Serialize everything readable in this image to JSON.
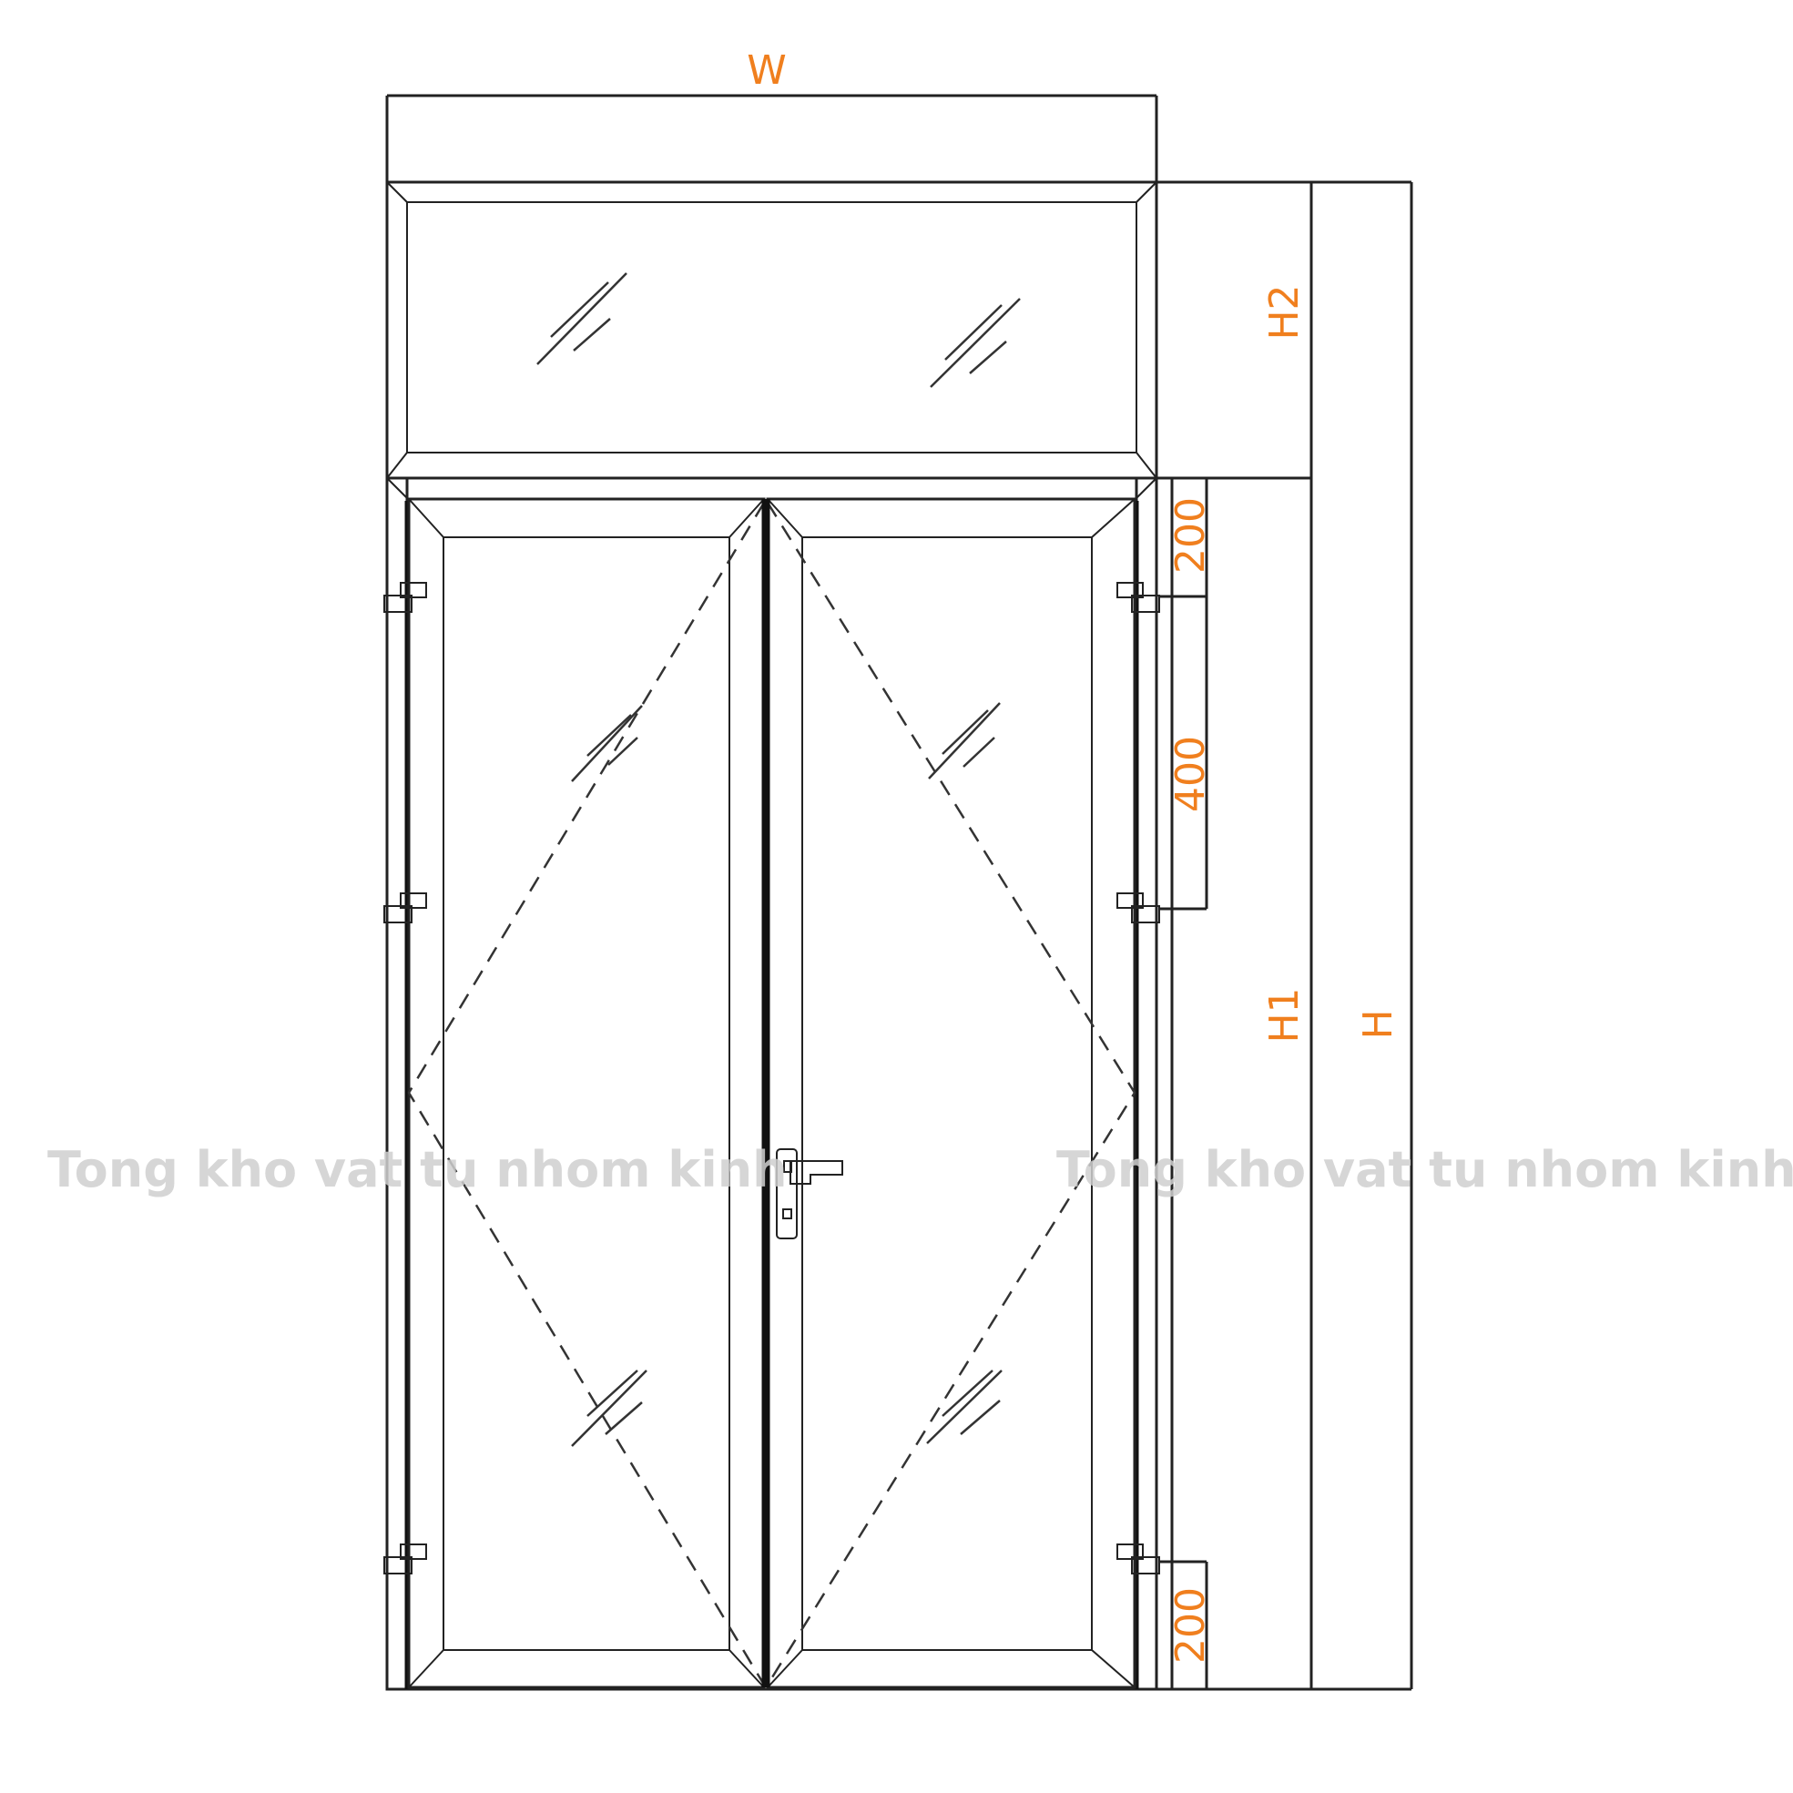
{
  "diagram": {
    "labels": {
      "width": "W",
      "transom_height": "H2",
      "door_height": "H1",
      "total_height": "H",
      "hinge_top_offset": "200",
      "hinge_spacing": "400",
      "hinge_bottom_offset": "200"
    },
    "watermark": "Tong kho vat tu nhom kinh",
    "colors": {
      "dimension_text": "#f07f1e",
      "lines": "#222222",
      "watermark": "#cfcfcf"
    },
    "icons": {
      "glass": "glass-hatch-icon",
      "hinge": "hinge-icon",
      "handle": "door-handle-icon"
    }
  }
}
